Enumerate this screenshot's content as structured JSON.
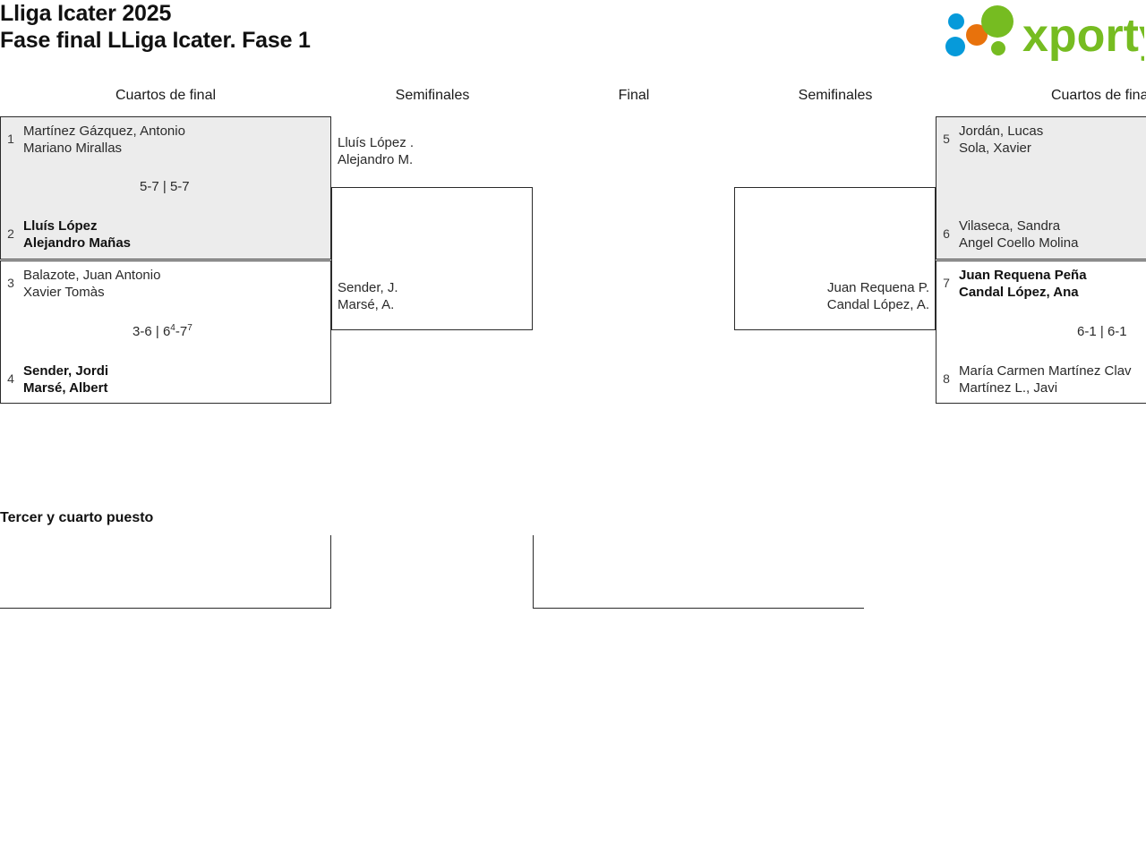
{
  "header": {
    "tournament": "Lliga Icater 2025",
    "phase": "Fase final LLiga Icater. Fase 1",
    "logo_text": "xporty",
    "logo_colors": {
      "green": "#76bc21",
      "orange": "#e8720c",
      "blue": "#069ada"
    }
  },
  "columns": [
    {
      "label": "Cuartos de final"
    },
    {
      "label": "Semifinales"
    },
    {
      "label": "Final"
    },
    {
      "label": "Semifinales"
    },
    {
      "label": "Cuartos de final"
    }
  ],
  "bracket": {
    "left": {
      "quarterfinals": [
        {
          "top": {
            "seed": "1",
            "line1": "Martínez Gázquez, Antonio",
            "line2": "Mariano Mirallas",
            "winner": false
          },
          "bottom": {
            "seed": "2",
            "line1": "Lluís López",
            "line2": "Alejandro Mañas",
            "winner": true
          },
          "score": {
            "set1": "5-7",
            "sep": "|",
            "set2": "5-7",
            "text": "5-7 | 5-7"
          },
          "shaded": true
        },
        {
          "top": {
            "seed": "3",
            "line1": "Balazote, Juan Antonio",
            "line2": "Xavier Tomàs",
            "winner": false
          },
          "bottom": {
            "seed": "4",
            "line1": "Sender, Jordi",
            "line2": "Marsé, Albert",
            "winner": true
          },
          "score": {
            "set1": "3-6",
            "sep": "|",
            "set2_base1": "6",
            "set2_sup1": "4",
            "set2_dash": "-",
            "set2_base2": "7",
            "set2_sup2": "7",
            "text": "3-6 | 6⁴-7⁷"
          },
          "shaded": false
        }
      ],
      "semifinals": [
        {
          "line1": "Lluís López .",
          "line2": "Alejandro M.",
          "winner": false
        },
        {
          "line1": "Sender, J.",
          "line2": "Marsé, A.",
          "winner": false
        }
      ],
      "final": {
        "line1": "",
        "line2": ""
      }
    },
    "right": {
      "quarterfinals": [
        {
          "top": {
            "seed": "5",
            "line1": "Jordán, Lucas",
            "line2": "Sola, Xavier",
            "winner": false
          },
          "bottom": {
            "seed": "6",
            "line1": "Vilaseca, Sandra",
            "line2": "Angel Coello Molina",
            "winner": false
          },
          "score": {
            "text": ""
          },
          "shaded": true
        },
        {
          "top": {
            "seed": "7",
            "line1": "Juan Requena Peña",
            "line2": "Candal López, Ana",
            "winner": true
          },
          "bottom": {
            "seed": "8",
            "line1": "María Carmen Martínez Clav",
            "line2": "Martínez L., Javi",
            "winner": false
          },
          "score": {
            "set1": "6-1",
            "sep": "|",
            "set2": "6-1",
            "text": "6-1 | 6-1"
          },
          "shaded": false
        }
      ],
      "semifinals": [
        {
          "line1": "",
          "line2": ""
        },
        {
          "line1": "Juan Requena P.",
          "line2": "Candal López, A.",
          "winner": false
        }
      ]
    }
  },
  "third_place": {
    "title": "Tercer y cuarto puesto",
    "left_entry": {
      "line1": "",
      "line2": ""
    },
    "right_entry": {
      "line1": "",
      "line2": ""
    },
    "result": {
      "line1": "",
      "line2": ""
    }
  }
}
